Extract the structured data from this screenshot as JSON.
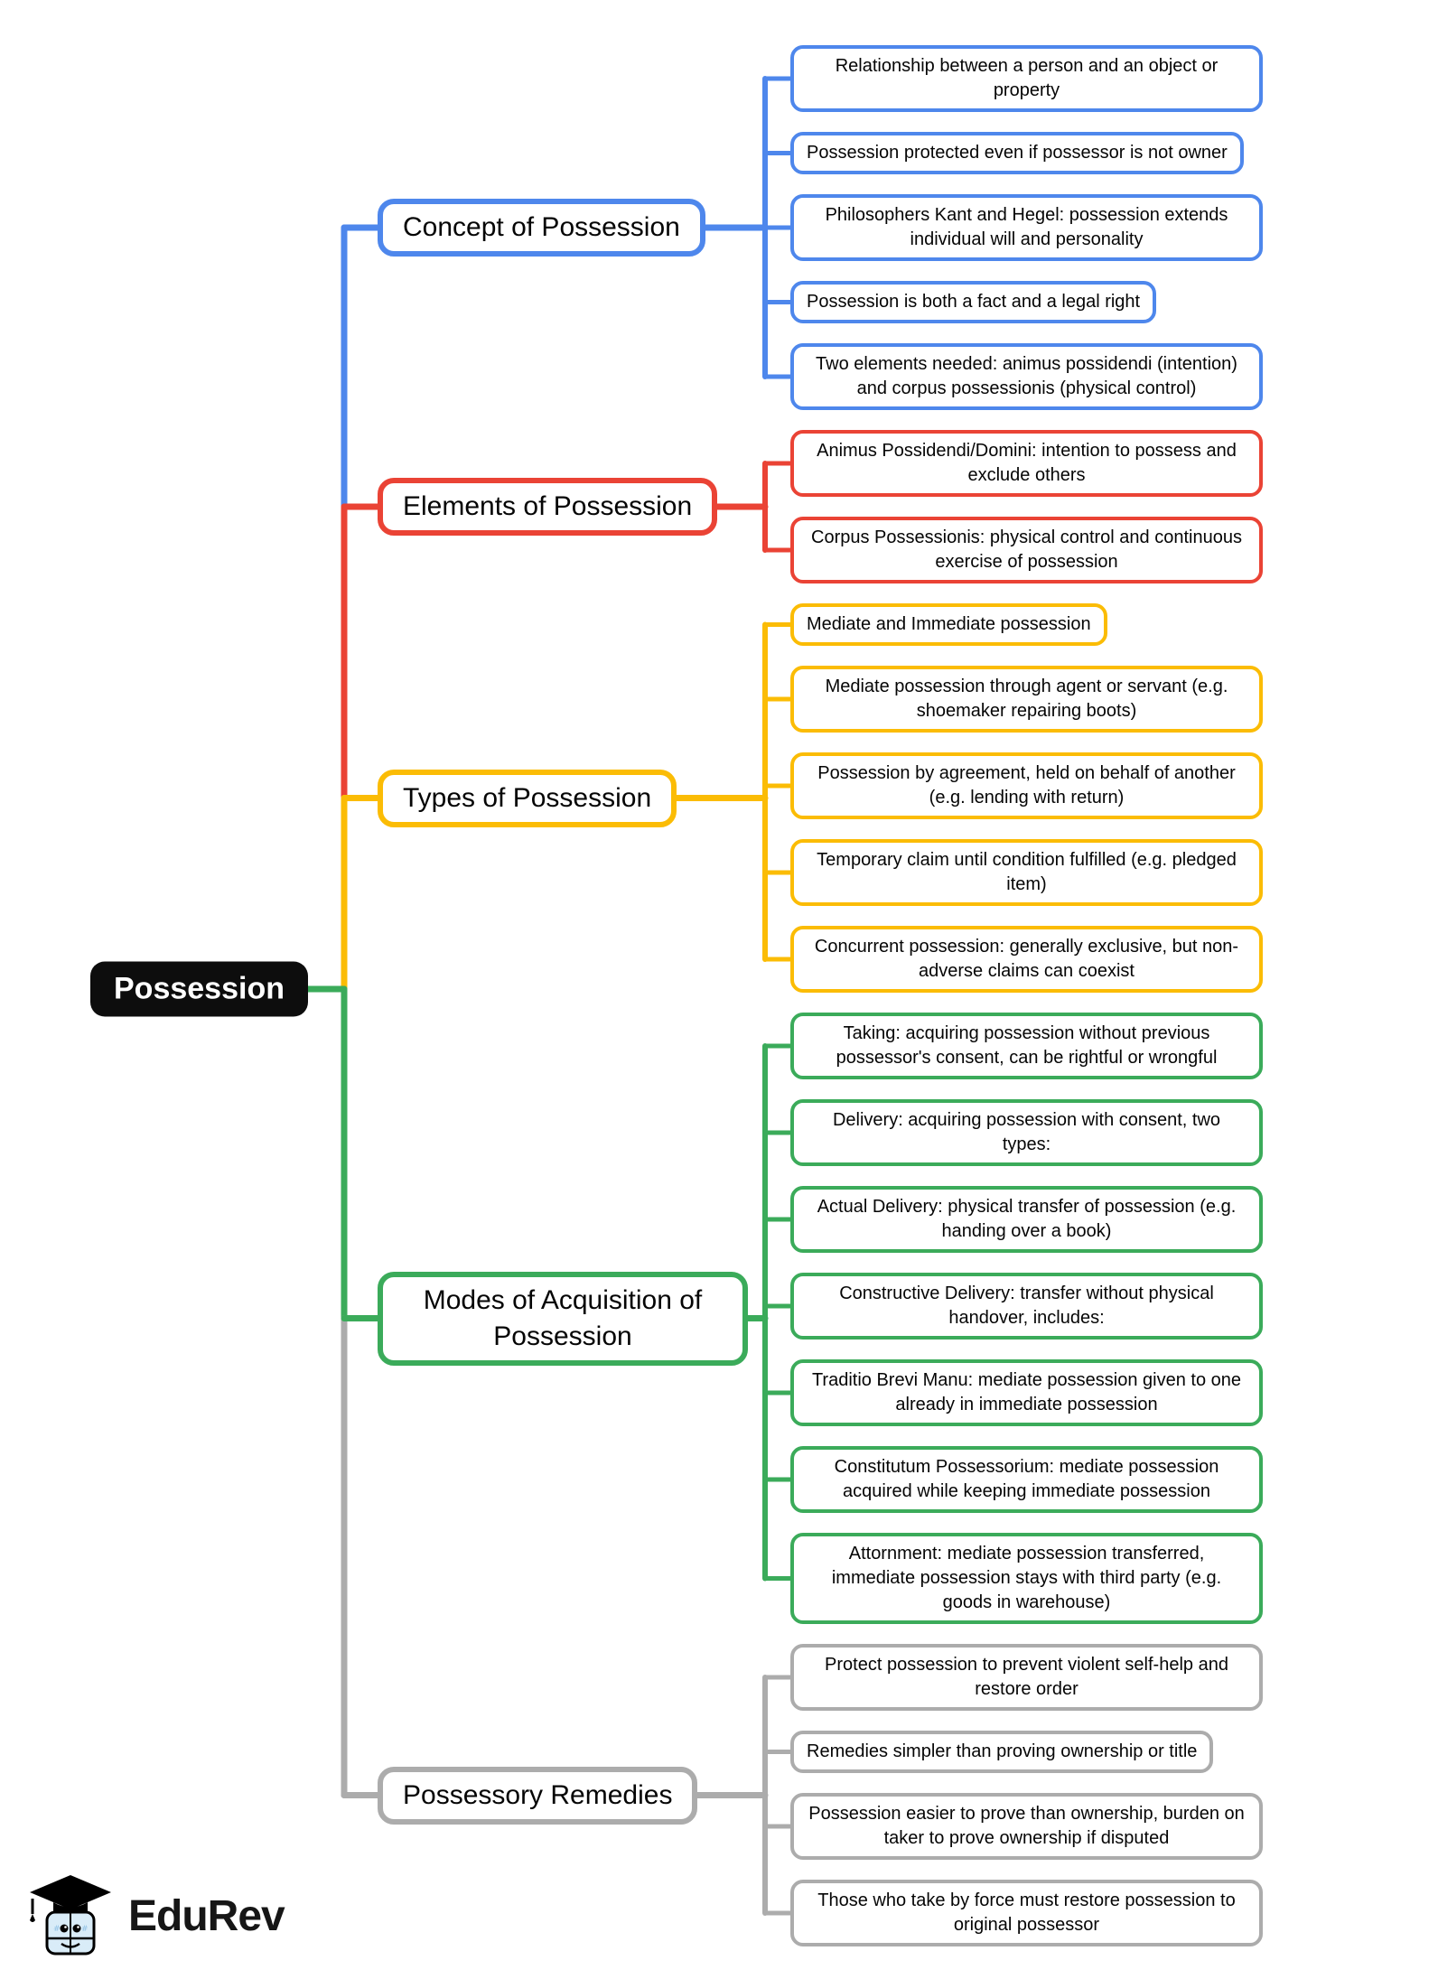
{
  "root": {
    "label": "Possession",
    "color": "#0d0d0d"
  },
  "branches": [
    {
      "id": "concept",
      "label": "Concept of Possession",
      "color": "#4E87EC",
      "children": [
        "Relationship between a person and an object or property",
        "Possession protected even if possessor is not owner",
        "Philosophers Kant and Hegel: possession extends individual will and personality",
        "Possession is both a fact and a legal right",
        "Two elements needed: animus possidendi (intention) and corpus possessionis (physical control)"
      ]
    },
    {
      "id": "elements",
      "label": "Elements of Possession",
      "color": "#EA4335",
      "children": [
        "Animus Possidendi/Domini: intention to possess and exclude others",
        "Corpus Possessionis: physical control and continuous exercise of possession"
      ]
    },
    {
      "id": "types",
      "label": "Types of Possession",
      "color": "#FBBC05",
      "children": [
        "Mediate and Immediate possession",
        "Mediate possession through agent or servant (e.g. shoemaker repairing boots)",
        "Possession by agreement, held on behalf of another (e.g. lending with return)",
        "Temporary claim until condition fulfilled (e.g. pledged item)",
        "Concurrent possession: generally exclusive, but non-adverse claims can coexist"
      ]
    },
    {
      "id": "modes",
      "label": "Modes of Acquisition of Possession",
      "color": "#3BAB5A",
      "children": [
        "Taking: acquiring possession without previous possessor's consent, can be rightful or wrongful",
        "Delivery: acquiring possession with consent, two types:",
        "Actual Delivery: physical transfer of possession (e.g. handing over a book)",
        "Constructive Delivery: transfer without physical handover, includes:",
        "Traditio Brevi Manu: mediate possession given to one already in immediate possession",
        "Constitutum Possessorium: mediate possession acquired while keeping immediate possession",
        "Attornment: mediate possession transferred, immediate possession stays with third party (e.g. goods in warehouse)"
      ]
    },
    {
      "id": "remedies",
      "label": "Possessory Remedies",
      "color": "#ACACAC",
      "children": [
        "Protect possession to prevent violent self-help and restore order",
        "Remedies simpler than proving ownership or title",
        "Possession easier to prove than ownership, burden on taker to prove ownership if disputed",
        "Those who take by force must restore possession to original possessor"
      ]
    }
  ],
  "logo": {
    "text": "EduRev"
  }
}
